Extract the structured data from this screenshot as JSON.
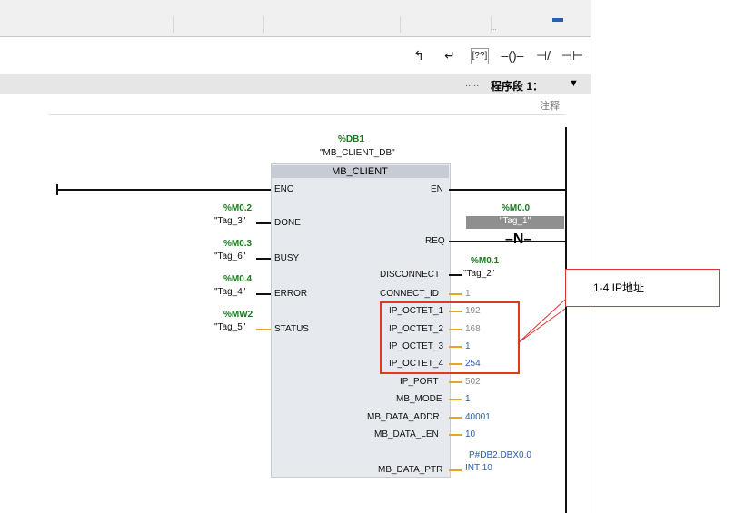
{
  "segment": {
    "title": "程序段 1：",
    "dots": ".....",
    "comment": "注释"
  },
  "instance": {
    "address": "%DB1",
    "name": "\"MB_CLIENT_DB\""
  },
  "block": {
    "title": "MB_CLIENT",
    "en": "EN",
    "eno": "ENO"
  },
  "inputs": [
    {
      "pin": "REQ",
      "addr": "%M0.0",
      "tag": "\"Tag_1\""
    },
    {
      "pin": "DISCONNECT",
      "addr": "%M0.1",
      "tag": "\"Tag_2\""
    },
    {
      "pin": "CONNECT_ID",
      "value": "1"
    },
    {
      "pin": "IP_OCTET_1",
      "value": "192"
    },
    {
      "pin": "IP_OCTET_2",
      "value": "168"
    },
    {
      "pin": "IP_OCTET_3",
      "value": "1"
    },
    {
      "pin": "IP_OCTET_4",
      "value": "254"
    },
    {
      "pin": "IP_PORT",
      "value": "502"
    },
    {
      "pin": "MB_MODE",
      "value": "1"
    },
    {
      "pin": "MB_DATA_ADDR",
      "value": "40001"
    },
    {
      "pin": "MB_DATA_LEN",
      "value": "10"
    },
    {
      "pin": "MB_DATA_PTR",
      "value": "INT 10",
      "value2": "P#DB2.DBX0.0"
    }
  ],
  "outputs": [
    {
      "pin": "DONE",
      "addr": "%M0.2",
      "tag": "\"Tag_3\""
    },
    {
      "pin": "BUSY",
      "addr": "%M0.3",
      "tag": "\"Tag_6\""
    },
    {
      "pin": "ERROR",
      "addr": "%M0.4",
      "tag": "\"Tag_4\""
    },
    {
      "pin": "STATUS",
      "addr": "%MW2",
      "tag": "\"Tag_5\""
    }
  ],
  "callout": {
    "text": "1-4 IP地址"
  },
  "toolbar": {
    "b1": "⊣⊢",
    "b2": "⊣/⊢",
    "b3": "–()–",
    "b4": "[??]",
    "b5": "↵",
    "b6": "↰"
  },
  "topbar": {
    "tab": "..."
  }
}
